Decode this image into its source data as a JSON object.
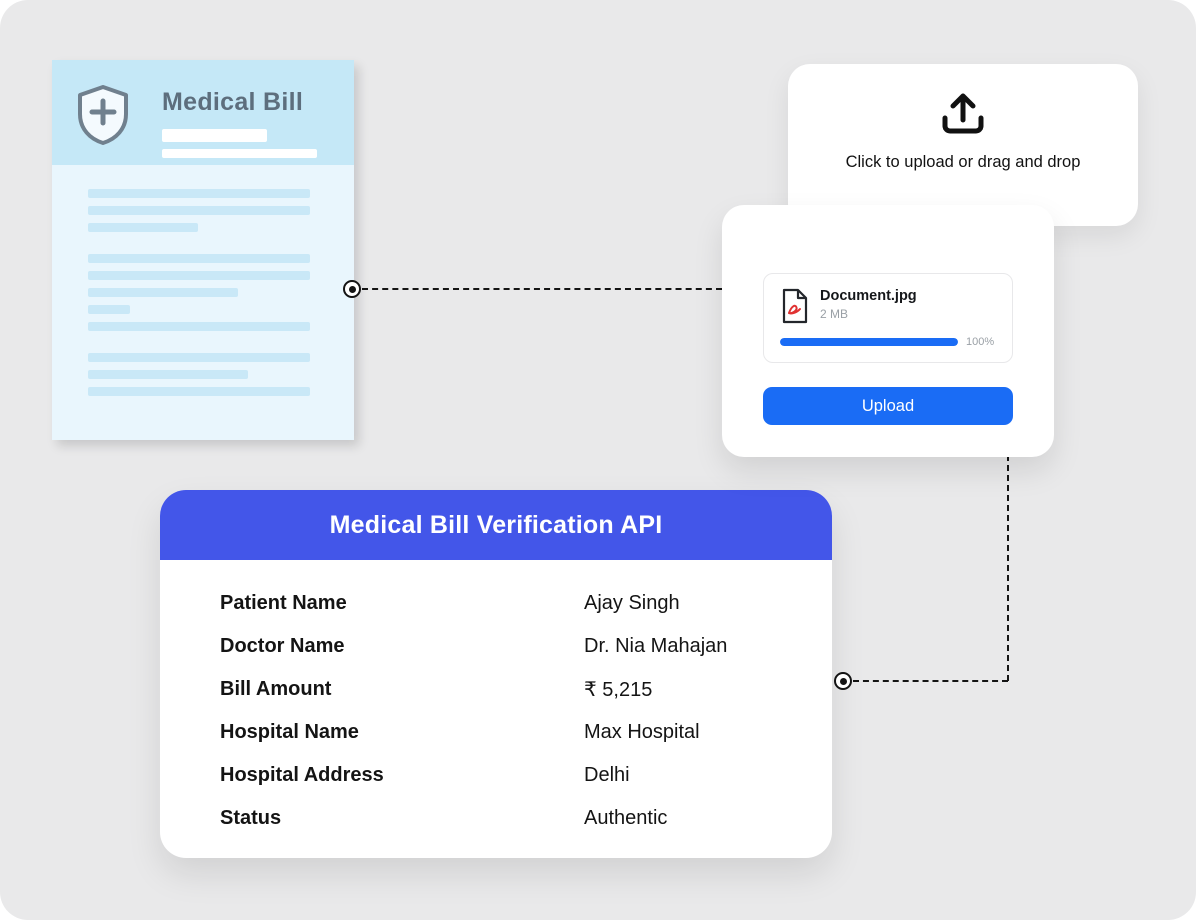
{
  "document_preview": {
    "title": "Medical Bill"
  },
  "dropzone": {
    "hint": "Click to upload or drag and drop"
  },
  "file_card": {
    "file_name": "Document.jpg",
    "file_size": "2 MB",
    "progress_percent": "100%",
    "upload_button_label": "Upload"
  },
  "api_card": {
    "title": "Medical Bill Verification API",
    "fields": [
      {
        "label": "Patient Name",
        "value": "Ajay Singh"
      },
      {
        "label": "Doctor Name",
        "value": "Dr. Nia Mahajan"
      },
      {
        "label": "Bill Amount",
        "value": "₹ 5,215"
      },
      {
        "label": "Hospital Name",
        "value": "Max Hospital"
      },
      {
        "label": "Hospital Address",
        "value": "Delhi"
      },
      {
        "label": "Status",
        "value": "Authentic"
      }
    ]
  },
  "colors": {
    "accent_blue": "#1a6cf5",
    "api_header_blue": "#4356e9",
    "doc_header_blue": "#c5e8f7",
    "doc_body_blue": "#e9f6fd",
    "canvas_gray": "#e9e9ea"
  }
}
